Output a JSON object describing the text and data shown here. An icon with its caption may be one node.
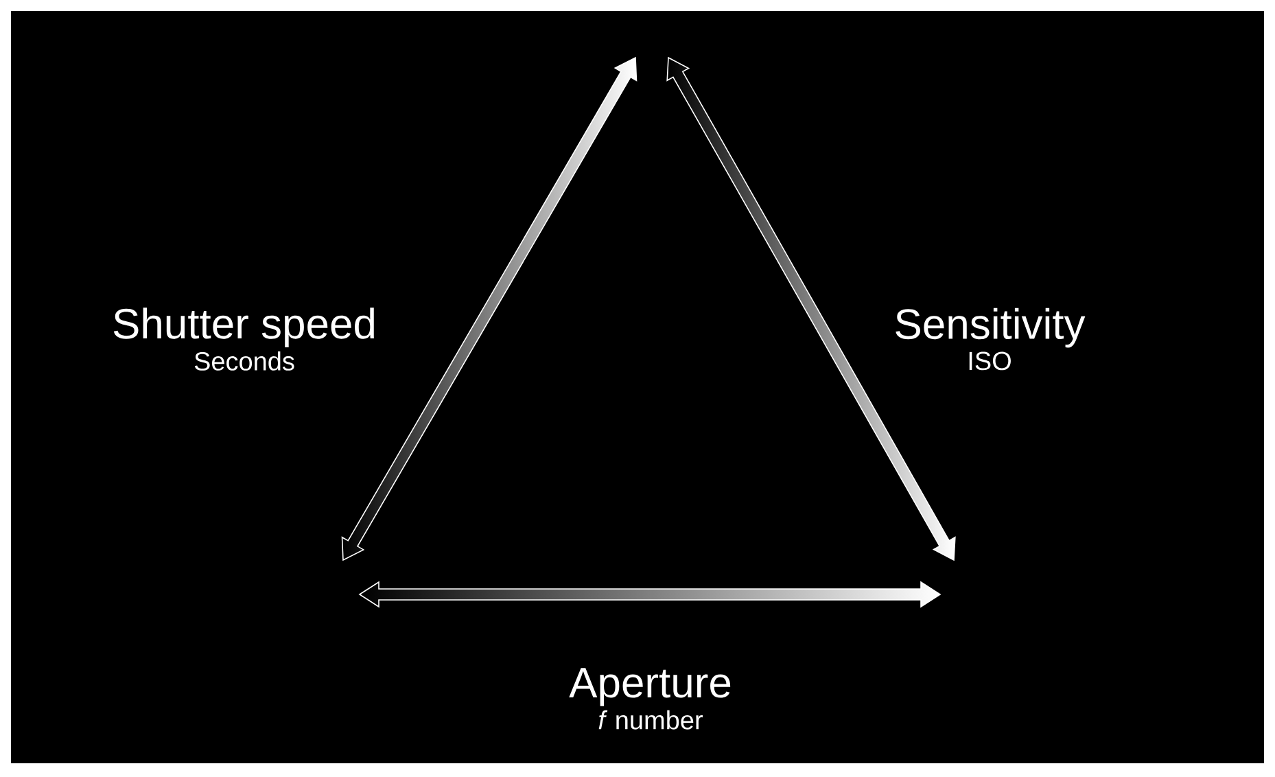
{
  "diagram": {
    "nodes": [
      {
        "text": [
          "Shutter speed",
          "Seconds"
        ]
      },
      {
        "text": [
          "Sensitivity",
          "ISO"
        ]
      },
      {
        "text": [
          "Aperture",
          "*f* number"
        ]
      }
    ]
  }
}
